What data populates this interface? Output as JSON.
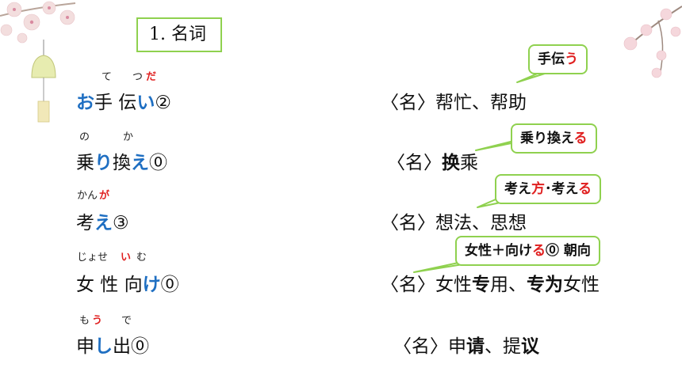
{
  "title": "1. 名词",
  "rows": [
    {
      "ruby": [
        {
          "text": "て",
          "red": false
        },
        {
          "text": "つ",
          "red": false
        },
        {
          "text": "だ",
          "red": true
        }
      ],
      "word": {
        "p1": "お",
        "p2": "手 伝",
        "p3": "い",
        "p4": "②"
      },
      "meaning": {
        "p1": "〈名〉帮忙、帮助"
      }
    },
    {
      "ruby": [
        {
          "text": "の",
          "red": false
        },
        {
          "text": "か",
          "red": false
        }
      ],
      "word": {
        "p1": "乗",
        "p2": "り",
        "p3": "換",
        "p4": "え",
        "p5": "⓪"
      },
      "meaning": {
        "p1": "〈名〉",
        "p2": "换",
        "p3": "乘"
      }
    },
    {
      "ruby": [
        {
          "text": "かん",
          "red": false
        },
        {
          "text": "が",
          "red": true
        }
      ],
      "word": {
        "p1": "考",
        "p2": "え",
        "p3": "③"
      },
      "meaning": {
        "p1": "〈名〉想法、思想"
      }
    },
    {
      "ruby": [
        {
          "text": "じょせ",
          "red": false
        },
        {
          "text": "い",
          "red": true
        },
        {
          "text": "む",
          "red": false
        }
      ],
      "word": {
        "p1": "女 性 向",
        "p2": "け",
        "p3": "⓪"
      },
      "meaning": {
        "p1": "〈名〉女性",
        "p2": "专",
        "p3": "用、",
        "p4": "专为",
        "p5": "女性"
      }
    },
    {
      "ruby": [
        {
          "text": "も",
          "red": false
        },
        {
          "text": "う",
          "red": true
        },
        {
          "text": "で",
          "red": false
        }
      ],
      "word": {
        "p1": "申",
        "p2": "し",
        "p3": "出⓪"
      },
      "meaning": {
        "p1": "〈名〉申",
        "p2": "请",
        "p3": "、提",
        "p4": "议"
      }
    }
  ],
  "callouts": [
    {
      "p1": "手伝",
      "p2": "う"
    },
    {
      "p1": "乗り換え",
      "p2": "る"
    },
    {
      "p1": "考え",
      "p2": "方",
      "p3": "･考え",
      "p4": "る"
    },
    {
      "p1": "女性＋向け",
      "p2": "る",
      "p3": "⓪ 朝向"
    }
  ],
  "colors": {
    "accent_blue": "#1f6fc2",
    "accent_red": "#e02020",
    "callout_border": "#8fd14f"
  },
  "decorations": [
    "wind-chime-icon",
    "cherry-blossom-branch-left",
    "cherry-blossom-branch-right"
  ]
}
